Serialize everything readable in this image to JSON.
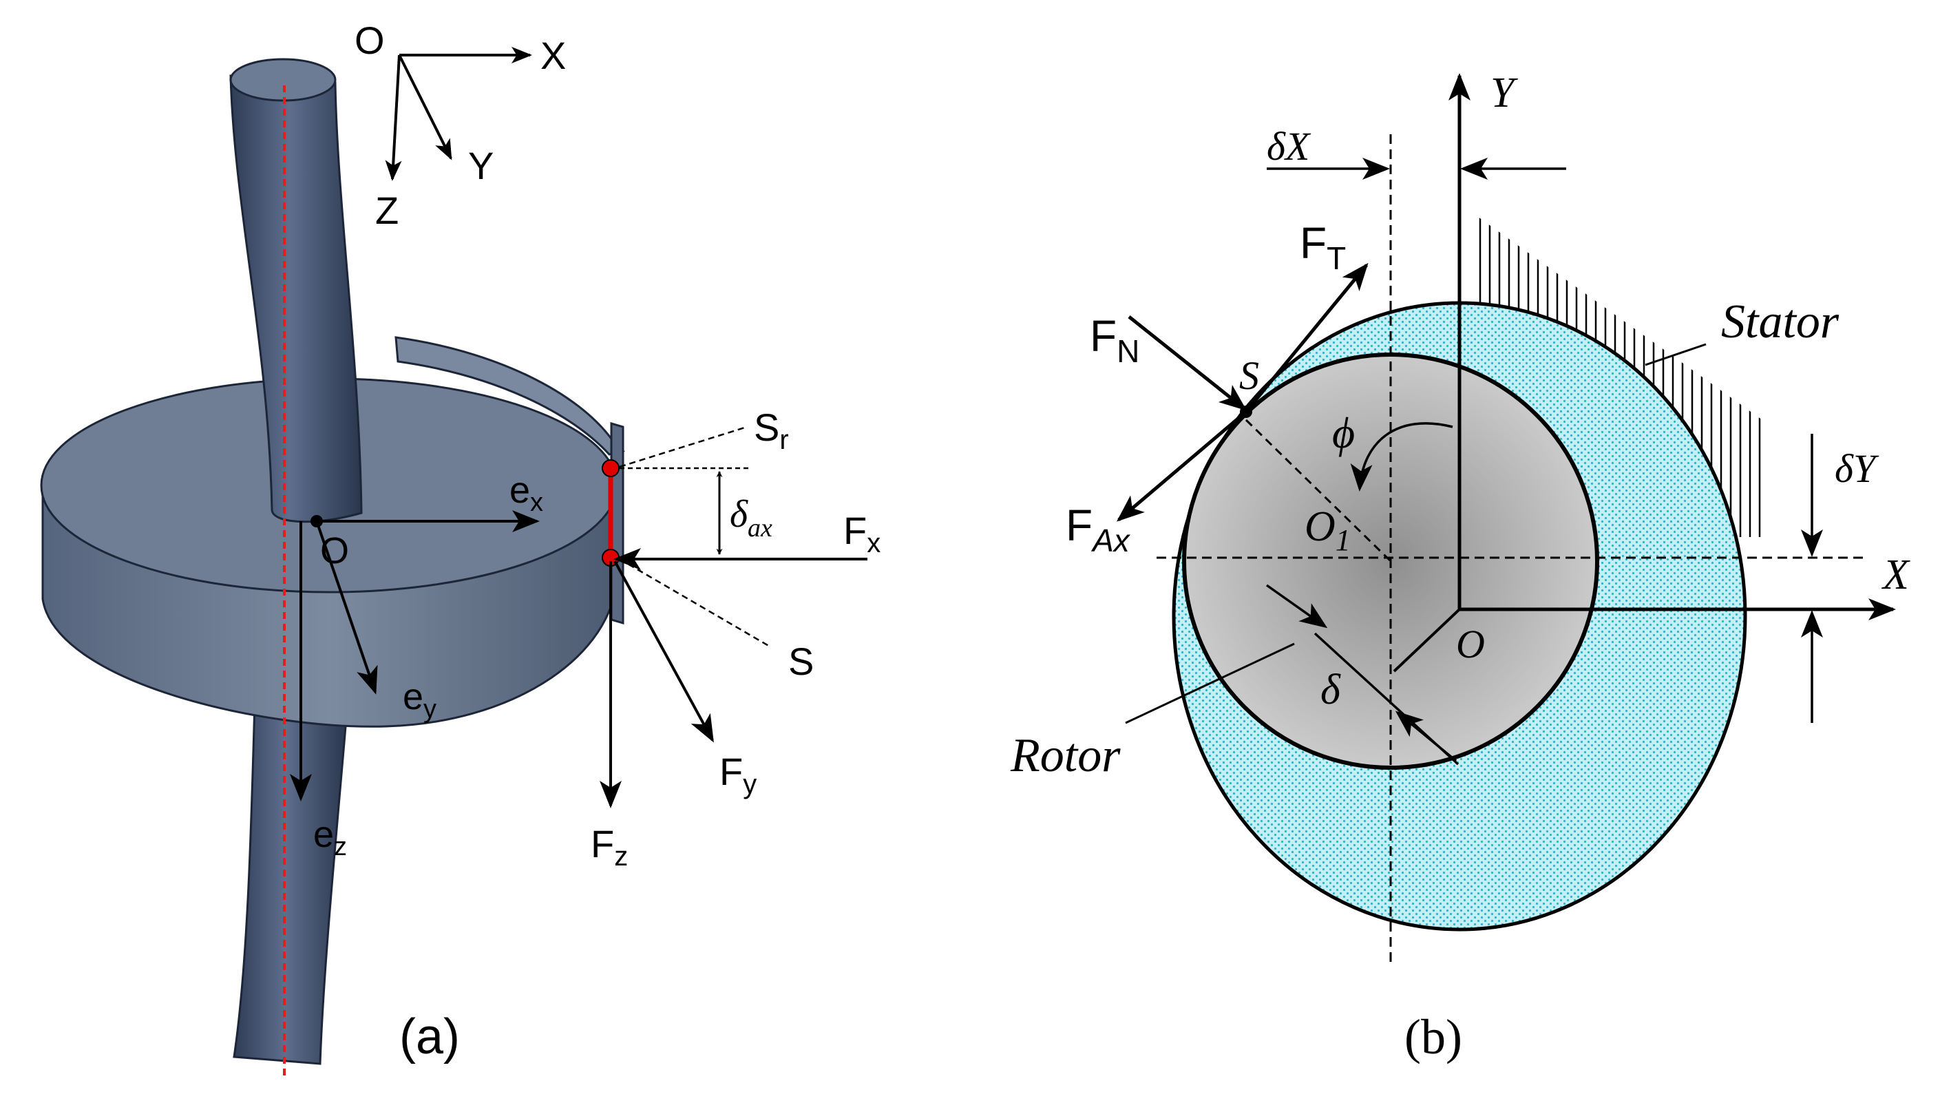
{
  "panel_a": {
    "caption": "(a)",
    "global_axes": {
      "origin": "O",
      "x": "X",
      "y": "Y",
      "z": "Z"
    },
    "disk_origin": "O",
    "unit_vectors": [
      {
        "main": "e",
        "sub": "x"
      },
      {
        "main": "e",
        "sub": "y"
      },
      {
        "main": "e",
        "sub": "z"
      }
    ],
    "contact_points": [
      {
        "main": "S",
        "sub": "r"
      },
      {
        "main": "S",
        "sub": ""
      }
    ],
    "gap": {
      "main": "δ",
      "sub": "ax"
    },
    "forces": [
      {
        "main": "F",
        "sub": "x"
      },
      {
        "main": "F",
        "sub": "y"
      },
      {
        "main": "F",
        "sub": "z"
      }
    ],
    "colors": {
      "shaft": "#4a5a75",
      "disk": "#6c7b92",
      "centerline": "#e02020",
      "contact": "#e00000"
    }
  },
  "panel_b": {
    "caption": "(b)",
    "stator_label": "Stator",
    "rotor_label": "Rotor",
    "axis_x": "X",
    "axis_y": "Y",
    "center_stator": "O",
    "center_rotor": {
      "main": "O",
      "sub": "1"
    },
    "angle": "ϕ",
    "clearance": "δ",
    "offset_x": "δX",
    "offset_y": "δY",
    "contact": "S",
    "forces": [
      {
        "main": "F",
        "sub": "T"
      },
      {
        "main": "F",
        "sub": "N"
      },
      {
        "main": "F",
        "sub": "Ax"
      }
    ],
    "colors": {
      "fluid": "#a9e6ee",
      "fluid_dot": "#2bb6cc",
      "rotor": "#b8b8b8"
    }
  }
}
